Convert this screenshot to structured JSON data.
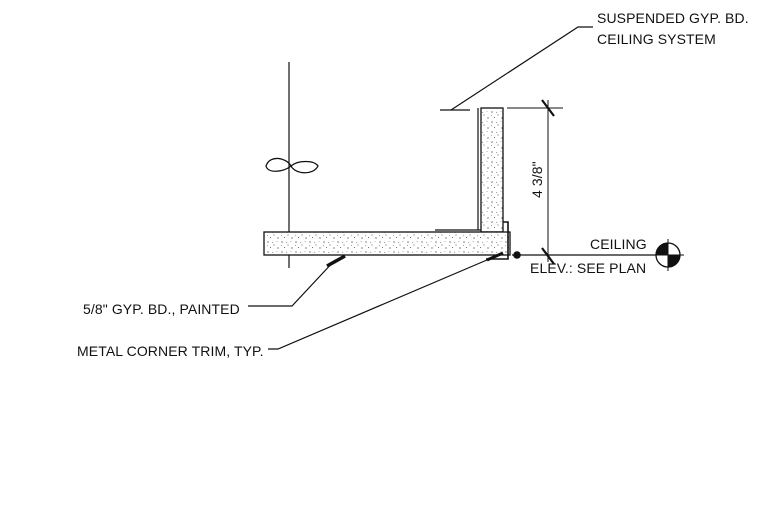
{
  "labels": {
    "suspended_line1": "SUSPENDED GYP. BD.",
    "suspended_line2": "CEILING SYSTEM",
    "dimension": "4 3/8\"",
    "ceiling": "CEILING",
    "elev": "ELEV.: SEE PLAN",
    "gyp_bd": "5/8\" GYP. BD., PAINTED",
    "corner_trim": "METAL CORNER TRIM, TYP."
  },
  "colors": {
    "ink": "#111111",
    "board_fill": "#ffffff"
  },
  "symbols": {
    "elevation_marker": "elevation-target-icon",
    "break_line": "break-line-icon"
  }
}
